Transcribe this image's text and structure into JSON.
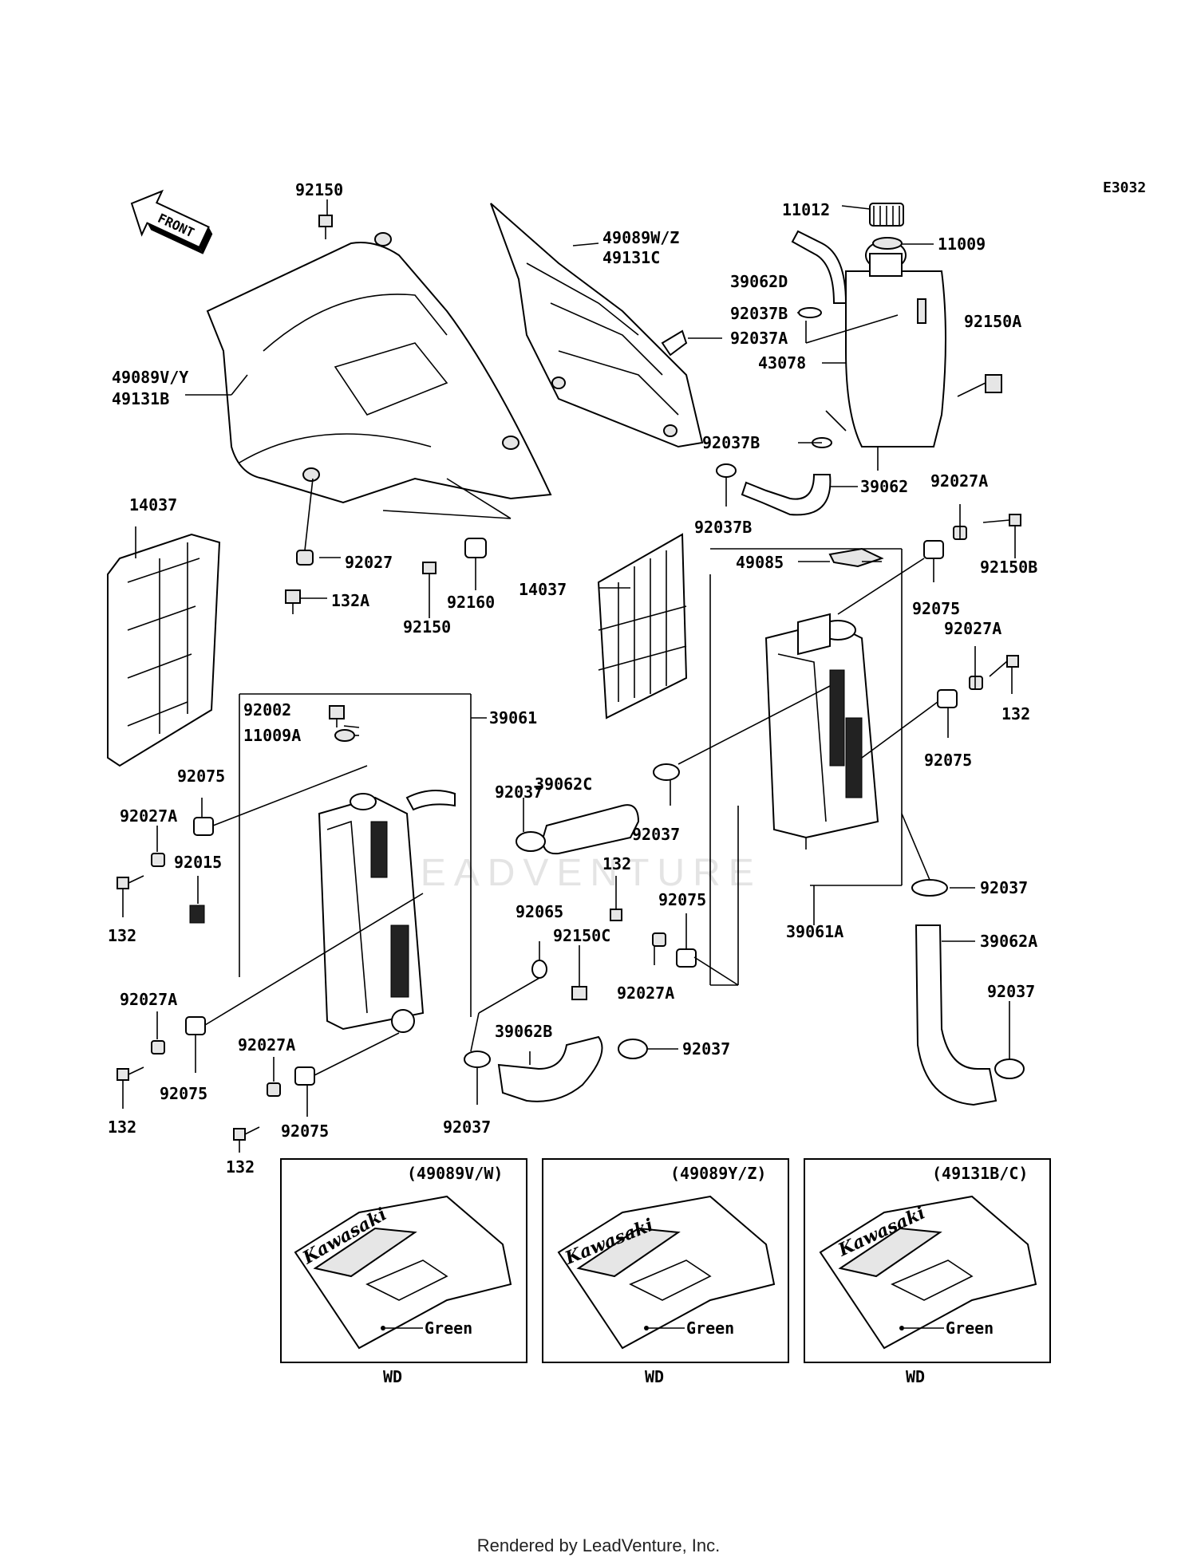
{
  "diagram_code": "E3032",
  "front_marker": "FRONT",
  "watermark": "LEADVENTURE",
  "footer": "Rendered by LeadVenture, Inc.",
  "labels": {
    "p92150_top": "92150",
    "p49089WZ": "49089W/Z",
    "p49131C": "49131C",
    "p11012": "11012",
    "p11009": "11009",
    "p39062D": "39062D",
    "p92037B_a": "92037B",
    "p92037A": "92037A",
    "p43078": "43078",
    "p92150A": "92150A",
    "p49089VY": "49089V/Y",
    "p49131B": "49131B",
    "p92037B_b": "92037B",
    "p39062": "39062",
    "p92037B_c": "92037B",
    "p92027A_r": "92027A",
    "p92150B": "92150B",
    "p14037_l": "14037",
    "p92027": "92027",
    "p132A": "132A",
    "p92150_mid": "92150",
    "p92160": "92160",
    "p14037_c": "14037",
    "p49085": "49085",
    "p92075_r1": "92075",
    "p92027A_r2": "92027A",
    "p132_r": "132",
    "p92002": "92002",
    "p11009A": "11009A",
    "p39061": "39061",
    "p39062C": "39062C",
    "p92037_c1": "92037",
    "p92075_r2": "92075",
    "p92075_l1": "92075",
    "p92027A_l1": "92027A",
    "p92015": "92015",
    "p92037_c2": "92037",
    "p132_l1": "132",
    "p132_c": "132",
    "p92037_r": "92037",
    "p92065": "92065",
    "p92150C": "92150C",
    "p92075_c": "92075",
    "p39061A": "39061A",
    "p39062A": "39062A",
    "p92027A_c": "92027A",
    "p92027A_l2": "92027A",
    "p92037_r2": "92037",
    "p92027A_l3": "92027A",
    "p39062B": "39062B",
    "p92037_c3": "92037",
    "p92075_l2": "92075",
    "p132_l2": "132",
    "p92075_l3": "92075",
    "p92037_c4": "92037",
    "p132_l3": "132"
  },
  "variants": [
    {
      "title": "(49089V/W)",
      "brand": "Kawasaki",
      "color_callout": "Green",
      "code": "WD"
    },
    {
      "title": "(49089Y/Z)",
      "brand": "Kawasaki",
      "color_callout": "Green",
      "code": "WD"
    },
    {
      "title": "(49131B/C)",
      "brand": "Kawasaki",
      "color_callout": "Green",
      "code": "WD"
    }
  ]
}
